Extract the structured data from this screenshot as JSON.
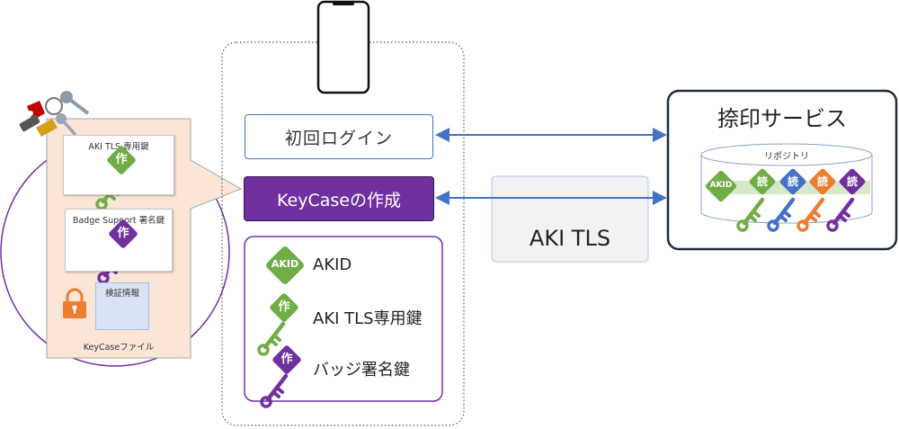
{
  "keycase_file": {
    "doc1_title": "AKI TLS 専用鍵",
    "doc2_title": "Badge Support 署名鍵",
    "verify_label": "検証情報",
    "file_label": "KeyCaseファイル",
    "create_glyph": "作"
  },
  "phone_panel": {
    "first_login_label": "初回ログイン",
    "create_keycase_label": "KeyCaseの作成",
    "legend": {
      "akid_badge": "AKID",
      "akid_label": "AKID",
      "tls_key_label": "AKI TLS専用鍵",
      "badge_key_label": "バッジ署名鍵",
      "create_glyph": "作"
    }
  },
  "aki_tls_box": {
    "label": "AKI TLS"
  },
  "seal_service": {
    "title": "捺印サービス",
    "repository_label": "リポジトリ",
    "akid_badge": "AKID",
    "read_glyph": "読"
  },
  "colors": {
    "green": "#70ad47",
    "purple": "#7030a0",
    "blue": "#4472c4",
    "orange": "#ed7d31",
    "arrow": "#4472c4",
    "salmon_bg": "#fbe5d6"
  }
}
